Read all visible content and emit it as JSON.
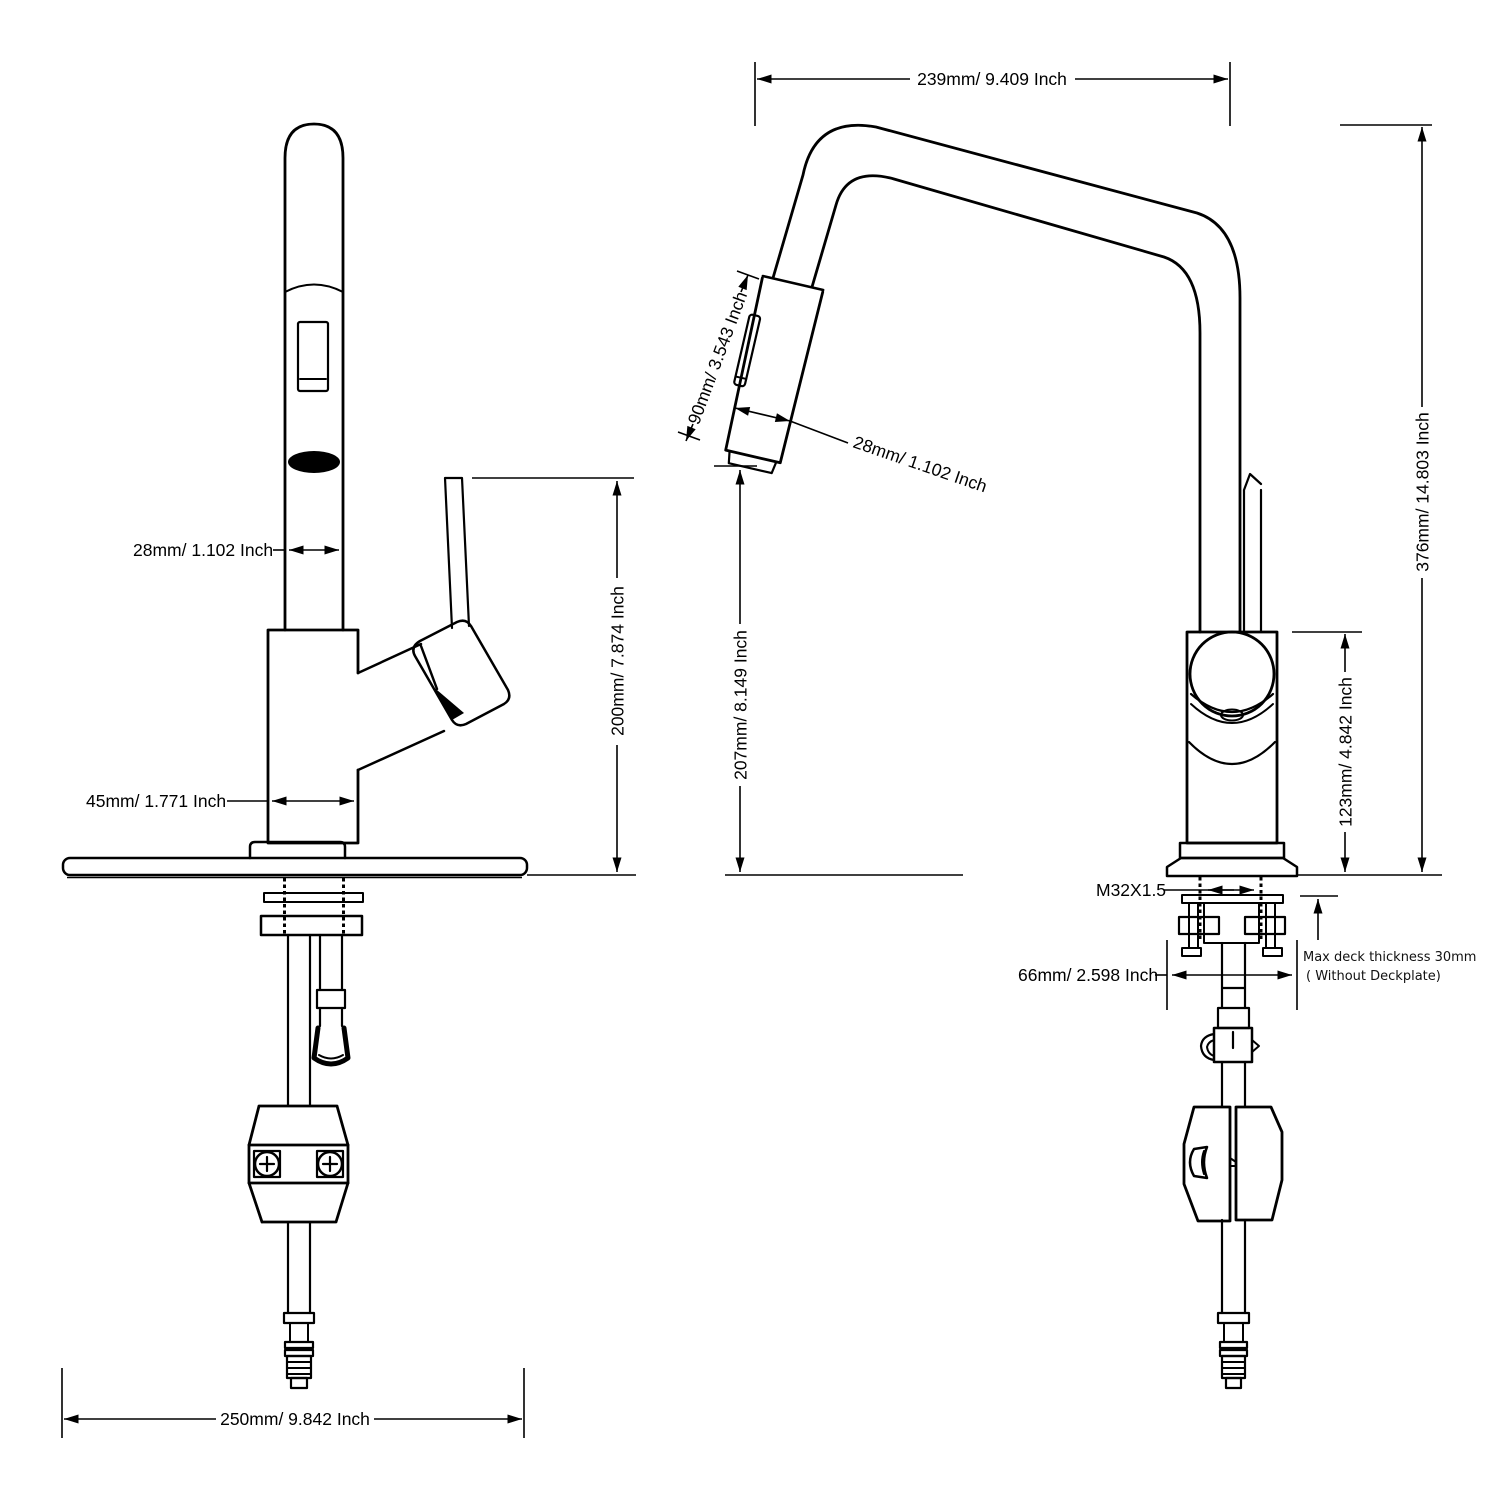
{
  "drawing": {
    "type": "faucet installation dimension drawing",
    "views": [
      "front view with deckplate",
      "side view"
    ]
  },
  "front_view": {
    "dims": {
      "spout_od": "28mm/ 1.102 Inch",
      "body_width": "45mm/ 1.771 Inch",
      "height_to_spout": "200mm/ 7.874 Inch",
      "plate_width": "250mm/ 9.842 Inch"
    }
  },
  "side_view": {
    "dims": {
      "reach": "239mm/ 9.409 Inch",
      "head_length": "90mm/ 3.543 Inch",
      "head_od": "28mm/ 1.102 Inch",
      "head_to_deck": "207mm/ 8.149 Inch",
      "total_height": "376mm/ 14.803 Inch",
      "handle_height": "123mm/ 4.842 Inch",
      "thread": "M32X1.5",
      "base_connect_width": "66mm/ 2.598 Inch"
    }
  },
  "note": {
    "line1": "Max deck thickness 30mm",
    "line2": "( Without Deckplate)"
  },
  "colors": {
    "line": "#000000",
    "note_red": "#cc0000",
    "background": "#ffffff"
  }
}
